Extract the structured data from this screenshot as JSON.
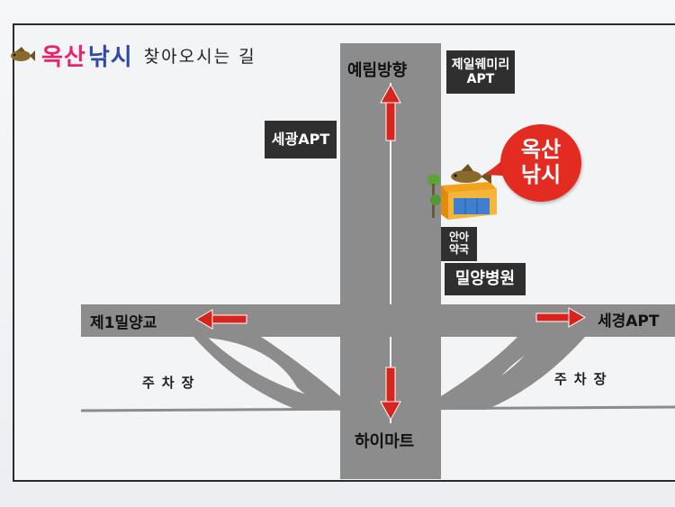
{
  "title": {
    "brand_part1": "옥산",
    "brand_part2": "낚시",
    "subtitle": "찾아오시는 길"
  },
  "roads": {
    "north": "예림방향",
    "south": "하이마트",
    "west": "제1밀양교",
    "east": "세경APT"
  },
  "landmarks": {
    "sekwang_apt": "세광APT",
    "jeil_apt_line1": "제일웨미리",
    "jeil_apt_line2": "APT",
    "pharmacy_line1": "안아",
    "pharmacy_line2": "약국",
    "hospital": "밀양병원",
    "parking_left": "주차장",
    "parking_right": "주차장"
  },
  "shop_callout": {
    "line1": "옥산",
    "line2": "낚시"
  },
  "colors": {
    "road": "#8c8c8c",
    "road_marking": "#f2f2f2",
    "arrow": "#d9231d",
    "label_box": "#2f2f2f",
    "brand_pink": "#e8236e",
    "brand_blue": "#2f49a8",
    "bubble": "#e32b21"
  },
  "icons": {
    "title_icon": "fish-icon",
    "shop_icon": "shop-building-icon"
  }
}
